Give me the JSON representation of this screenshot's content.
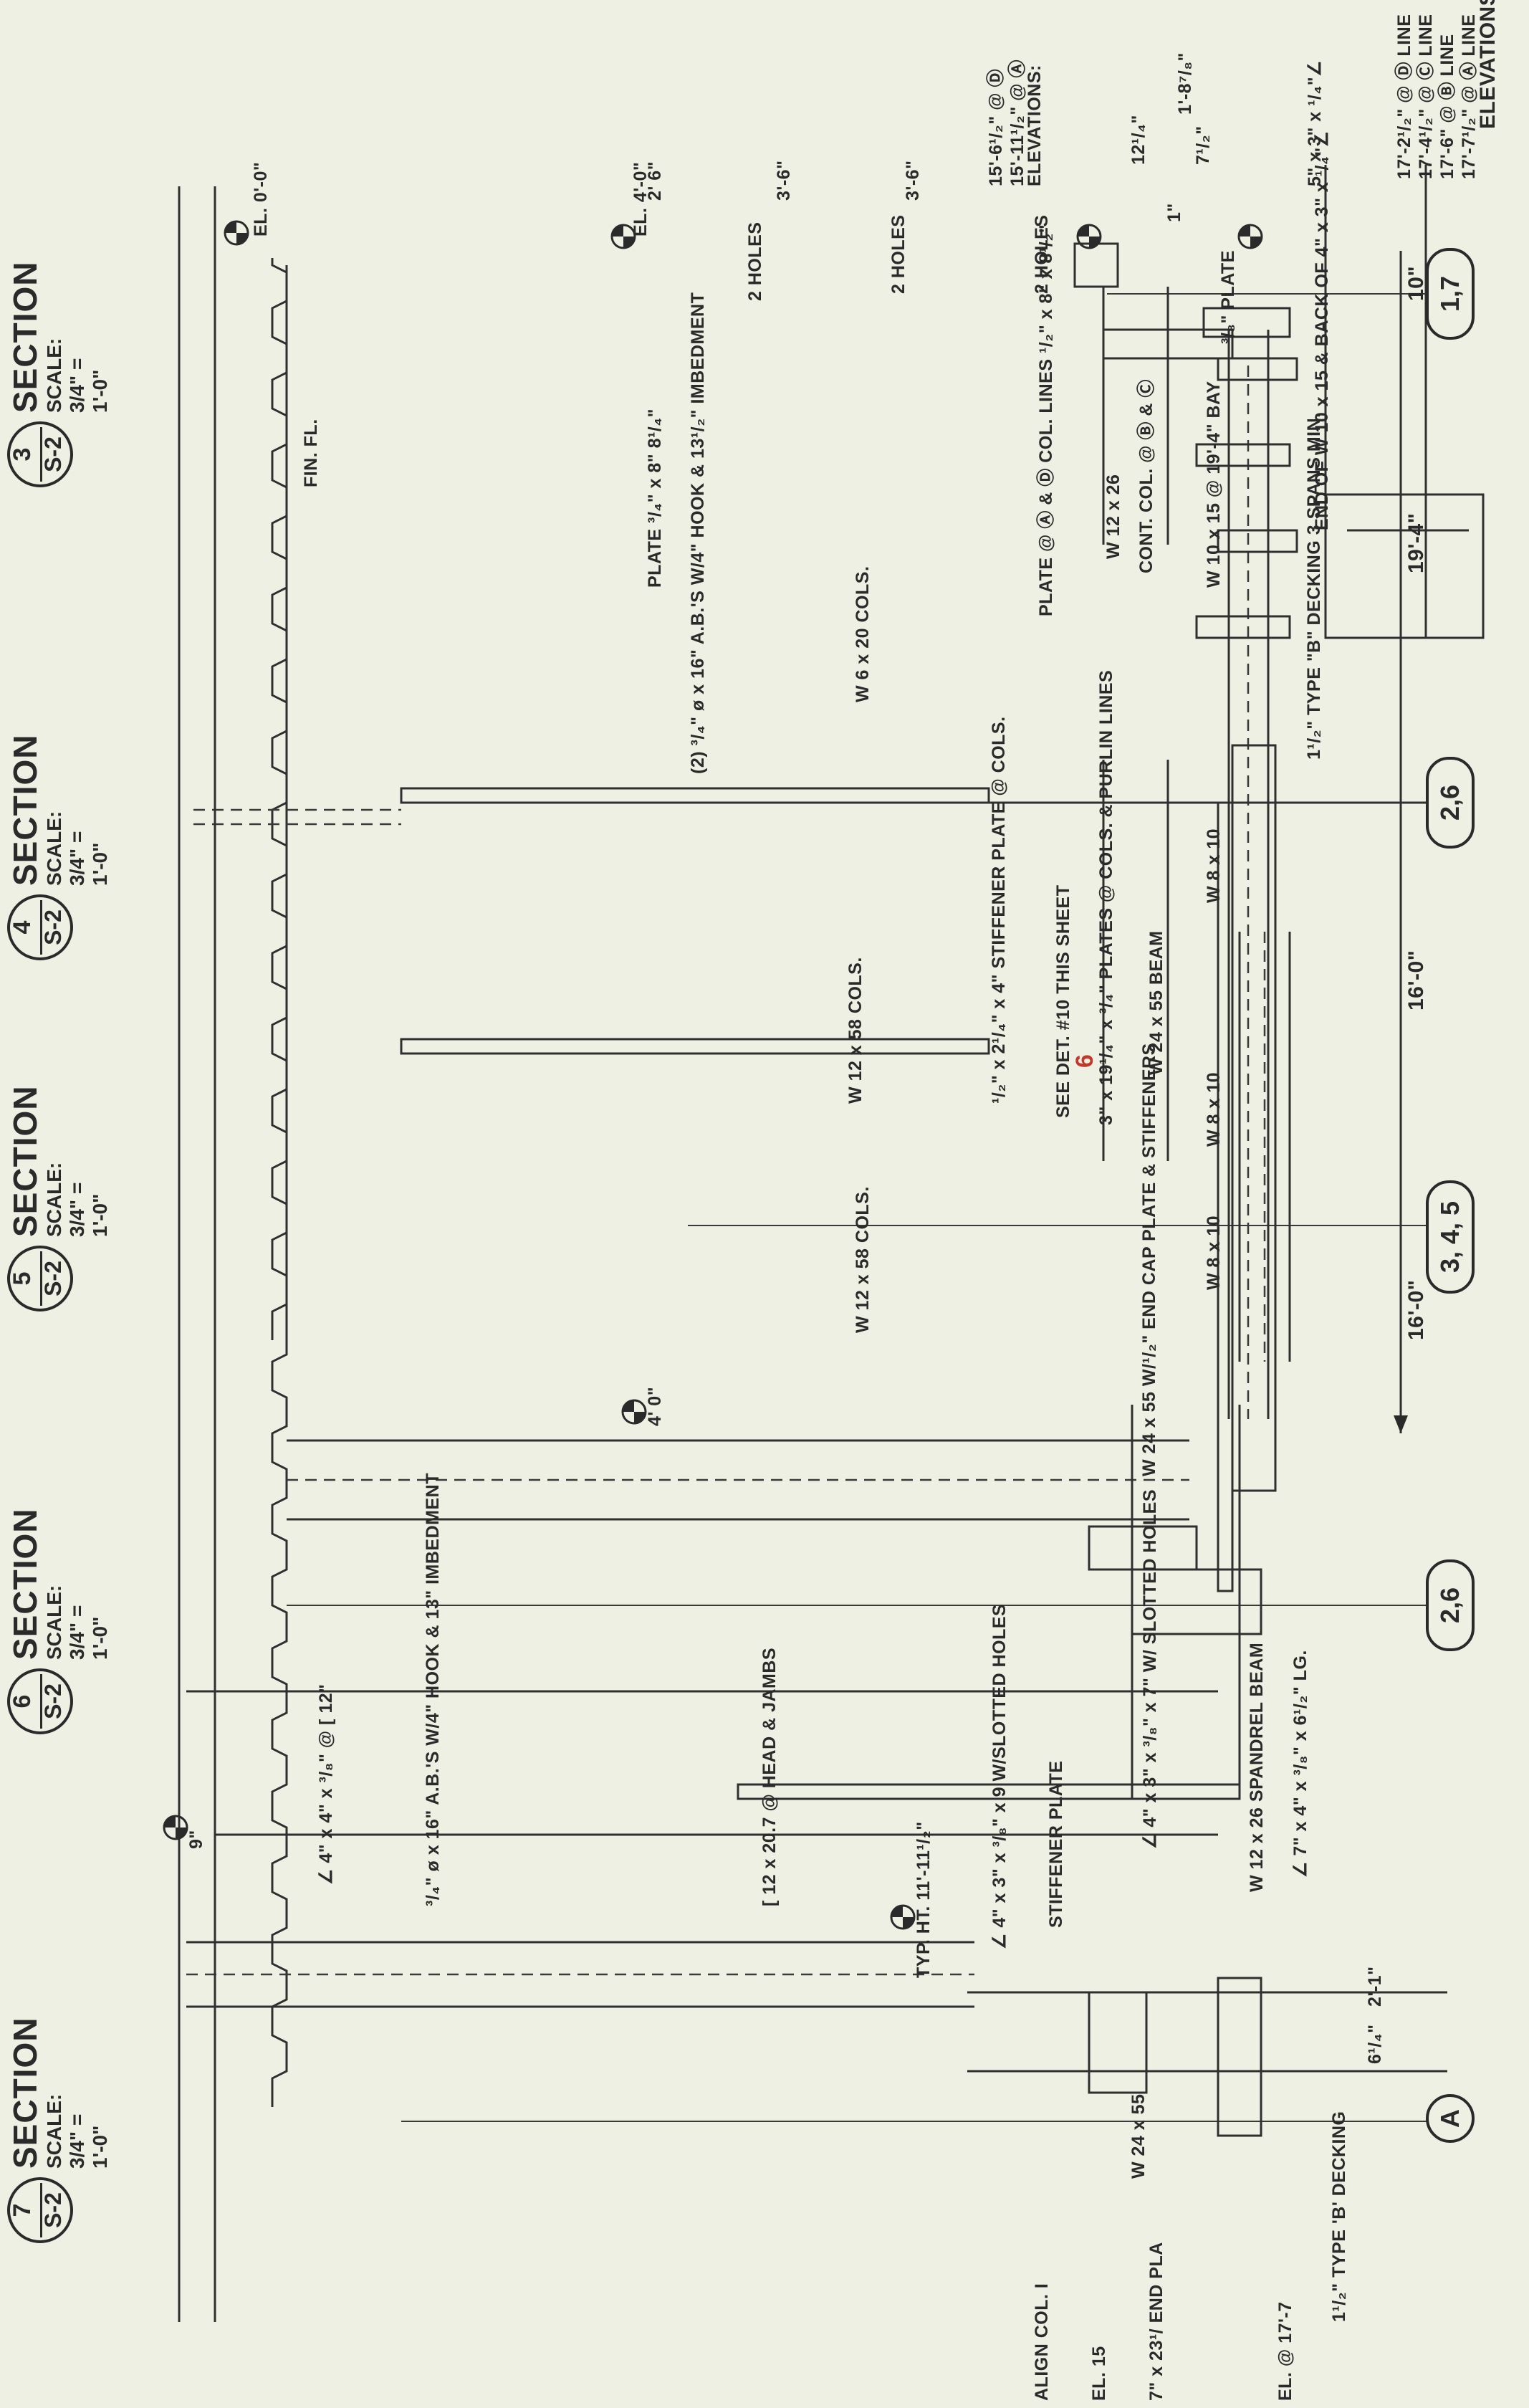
{
  "elevations_note": {
    "heading": "ELEVATIONS:",
    "lines": [
      "17'-7¹/₂\" @ Ⓐ LINE",
      "17'-6\" @ Ⓑ LINE",
      "17'-4¹/₂\" @ Ⓒ LINE",
      "17'-2¹/₂\" @ Ⓓ LINE"
    ]
  },
  "elevations_note_2": {
    "heading": "ELEVATIONS:",
    "lines": [
      "15'-11¹/₂\" @ Ⓐ",
      "15'-6¹/₂\" @ Ⓓ"
    ]
  },
  "grid_lines": [
    "1,7",
    "2,6",
    "3, 4, 5",
    "2,6",
    "A"
  ],
  "bay_dimensions": [
    "19'-4\"",
    "16'-0\"",
    "16'-0\""
  ],
  "top_dimensions": [
    "10\"",
    "1'-8⁷/₈\"",
    "12¹/₄\"",
    "7¹/₂\"",
    "1\"",
    "2' 6\"",
    "3'-6\"",
    "3'-6\""
  ],
  "elevation_marks": [
    "EL. 0'-0\"",
    "EL. 4'-0\"",
    "4' 0\"",
    "9\"",
    "TYP. HT. 11'-11¹/₂\""
  ],
  "section_3_notes": [
    "5\" x 3\" x ¹/₄\"∠",
    "END OF W 10 x 15 & BACK OF 4\" x 3\" x ¹/₄\"∠",
    "³/₈\" PLATE",
    "W 10 x 15 @ 19'-4\" BAY",
    "CONT. COL. @ Ⓑ & Ⓒ",
    "W 12 x 26",
    "PLATE @ Ⓐ & Ⓓ COL. LINES ¹/₂\" x 8\" x 8¹/₂\"",
    "W 6 x 20 COLS.",
    "(2) ³/₄\" ø x 16\" A.B.'S W/4\" HOOK & 13¹/₂\" IMBEDMENT",
    "PLATE ³/₄\" x 8\" 8¹/₄\"",
    "FIN. FL.",
    "2 HOLES",
    "2 HOLES",
    "2 HOLES"
  ],
  "section_4_5_notes": [
    "1¹/₂\" TYPE \"B\" DECKING 3 SPANS MIN.",
    "W 24 x 55 BEAM",
    "3\" x 19¹/₄\" x ³/₄\" PLATES @ COLS. & PURLIN LINES",
    "SEE DET. #10 THIS SHEET",
    "¹/₂\" x 2¹/₄\" x 4\" STIFFENER PLATE @ COLS.",
    "W 12 x 58 COLS.",
    "W 8 x 10",
    "W 8 x 10",
    "W 8 x 10"
  ],
  "section_6_notes": [
    "W 24 x 55 W/¹/₂\" END CAP PLATE & STIFFENERS",
    "W 12 x 58 COLS.",
    "∠ 7\" x 4\" x ³/₈\" x 6¹/₂\" LG.",
    "W 12 x 26 SPANDREL BEAM",
    "∠ 4\" x 3\" x ³/₈\" x 7\" W/ SLOTTED HOLES",
    "STIFFENER PLATE",
    "∠ 4\" x 3\" x ³/₈\" x 9 W/SLOTTED HOLES",
    "[ 12 x 20.7 @ HEAD & JAMBS",
    "³/₄\" ø x 16\" A.B.'S W/4\" HOOK & 13\" IMBEDMENT",
    "∠ 4\" x 4\" x ³/₈\" @ [ 12\""
  ],
  "section_7_notes": [
    "2'-1\"",
    "6¹/₄\"",
    "W 24 x 55",
    "1¹/₂\" TYPE 'B' DECKING",
    "EL. @ 17'-7",
    "7\" x 23¹/ END PLA",
    "EL. 15",
    "ALIGN COL. I"
  ],
  "sections": [
    {
      "number": "3",
      "sheet": "S-2",
      "title": "SECTION",
      "scale": "SCALE: 3/4\" = 1'-0\""
    },
    {
      "number": "4",
      "sheet": "S-2",
      "title": "SECTION",
      "scale": "SCALE: 3/4\" = 1'-0\""
    },
    {
      "number": "5",
      "sheet": "S-2",
      "title": "SECTION",
      "scale": "SCALE: 3/4\" = 1'-0\""
    },
    {
      "number": "6",
      "sheet": "S-2",
      "title": "SECTION",
      "scale": "SCALE: 3/4\" = 1'-0\""
    },
    {
      "number": "7",
      "sheet": "S-2",
      "title": "SECTION",
      "scale": "SCALE: 3/4\" = 1'-0\""
    }
  ],
  "revision_mark": "6",
  "colors": {
    "paper": "#eff0e4",
    "ink": "#2a2a2a",
    "revision": "#c0392b"
  }
}
